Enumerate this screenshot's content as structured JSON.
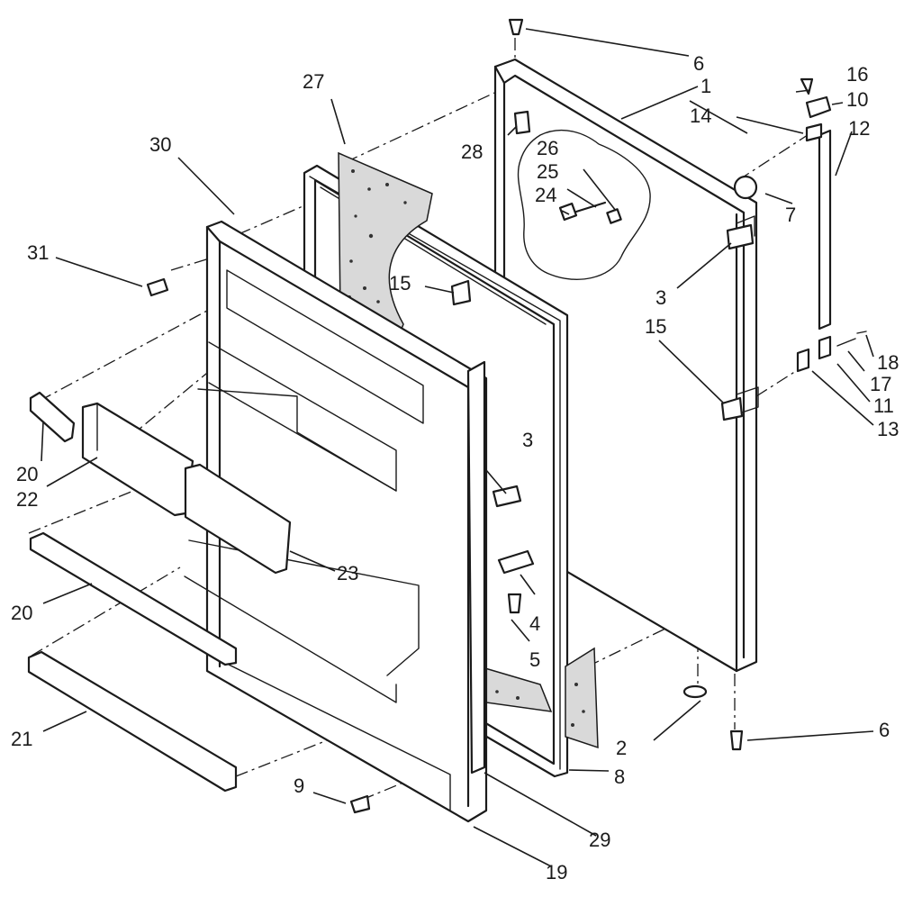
{
  "callouts": [
    {
      "id": "c1",
      "label": "1"
    },
    {
      "id": "c2",
      "label": "2"
    },
    {
      "id": "c3a",
      "label": "3"
    },
    {
      "id": "c3b",
      "label": "3"
    },
    {
      "id": "c4",
      "label": "4"
    },
    {
      "id": "c5",
      "label": "5"
    },
    {
      "id": "c6a",
      "label": "6"
    },
    {
      "id": "c6b",
      "label": "6"
    },
    {
      "id": "c7",
      "label": "7"
    },
    {
      "id": "c8",
      "label": "8"
    },
    {
      "id": "c9",
      "label": "9"
    },
    {
      "id": "c10",
      "label": "10"
    },
    {
      "id": "c11",
      "label": "11"
    },
    {
      "id": "c12",
      "label": "12"
    },
    {
      "id": "c13",
      "label": "13"
    },
    {
      "id": "c14",
      "label": "14"
    },
    {
      "id": "c15a",
      "label": "15"
    },
    {
      "id": "c15b",
      "label": "15"
    },
    {
      "id": "c16",
      "label": "16"
    },
    {
      "id": "c17",
      "label": "17"
    },
    {
      "id": "c18",
      "label": "18"
    },
    {
      "id": "c19",
      "label": "19"
    },
    {
      "id": "c20a",
      "label": "20"
    },
    {
      "id": "c20b",
      "label": "20"
    },
    {
      "id": "c21",
      "label": "21"
    },
    {
      "id": "c22",
      "label": "22"
    },
    {
      "id": "c23",
      "label": "23"
    },
    {
      "id": "c24",
      "label": "24"
    },
    {
      "id": "c25",
      "label": "25"
    },
    {
      "id": "c26",
      "label": "26"
    },
    {
      "id": "c27",
      "label": "27"
    },
    {
      "id": "c28",
      "label": "28"
    },
    {
      "id": "c29",
      "label": "29"
    },
    {
      "id": "c30",
      "label": "30"
    },
    {
      "id": "c31",
      "label": "31"
    }
  ]
}
